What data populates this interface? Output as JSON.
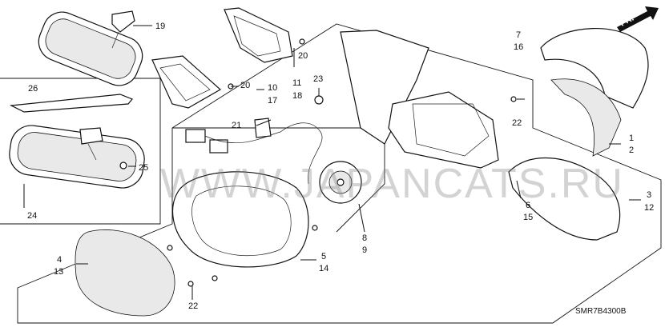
{
  "diagram": {
    "code": "SMR7B4300B",
    "watermark": "WWW.JAPANCATS.RU",
    "fr_label": "FR.",
    "callouts": [
      {
        "id": "c19",
        "text": "19"
      },
      {
        "id": "c20a",
        "text": "20"
      },
      {
        "id": "c11",
        "text": "11"
      },
      {
        "id": "c18",
        "text": "18"
      },
      {
        "id": "c20b",
        "text": "20"
      },
      {
        "id": "c10",
        "text": "10"
      },
      {
        "id": "c17",
        "text": "17"
      },
      {
        "id": "c23",
        "text": "23"
      },
      {
        "id": "c26",
        "text": "26"
      },
      {
        "id": "c21",
        "text": "21"
      },
      {
        "id": "c25",
        "text": "25"
      },
      {
        "id": "c24",
        "text": "24"
      },
      {
        "id": "c7",
        "text": "7"
      },
      {
        "id": "c16",
        "text": "16"
      },
      {
        "id": "c22a",
        "text": "22"
      },
      {
        "id": "c1",
        "text": "1"
      },
      {
        "id": "c2",
        "text": "2"
      },
      {
        "id": "c3",
        "text": "3"
      },
      {
        "id": "c12",
        "text": "12"
      },
      {
        "id": "c6",
        "text": "6"
      },
      {
        "id": "c15",
        "text": "15"
      },
      {
        "id": "c8",
        "text": "8"
      },
      {
        "id": "c9",
        "text": "9"
      },
      {
        "id": "c5",
        "text": "5"
      },
      {
        "id": "c14",
        "text": "14"
      },
      {
        "id": "c4",
        "text": "4"
      },
      {
        "id": "c13",
        "text": "13"
      },
      {
        "id": "c22b",
        "text": "22"
      }
    ]
  }
}
